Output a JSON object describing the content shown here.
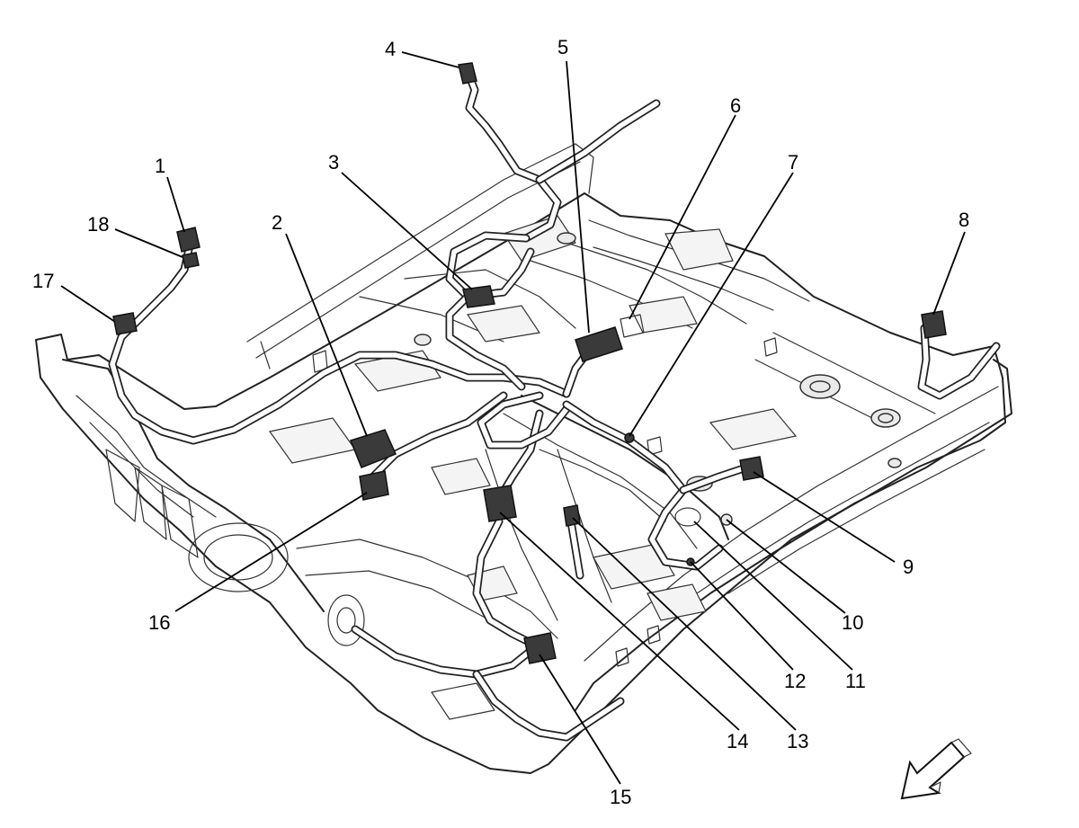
{
  "callouts": [
    {
      "number": "1"
    },
    {
      "number": "2"
    },
    {
      "number": "3"
    },
    {
      "number": "4"
    },
    {
      "number": "5"
    },
    {
      "number": "6"
    },
    {
      "number": "7"
    },
    {
      "number": "8"
    },
    {
      "number": "9"
    },
    {
      "number": "10"
    },
    {
      "number": "11"
    },
    {
      "number": "12"
    },
    {
      "number": "13"
    },
    {
      "number": "14"
    },
    {
      "number": "15"
    },
    {
      "number": "16"
    },
    {
      "number": "17"
    },
    {
      "number": "18"
    }
  ],
  "icons": {
    "front_direction": "direction-arrow-icon"
  }
}
